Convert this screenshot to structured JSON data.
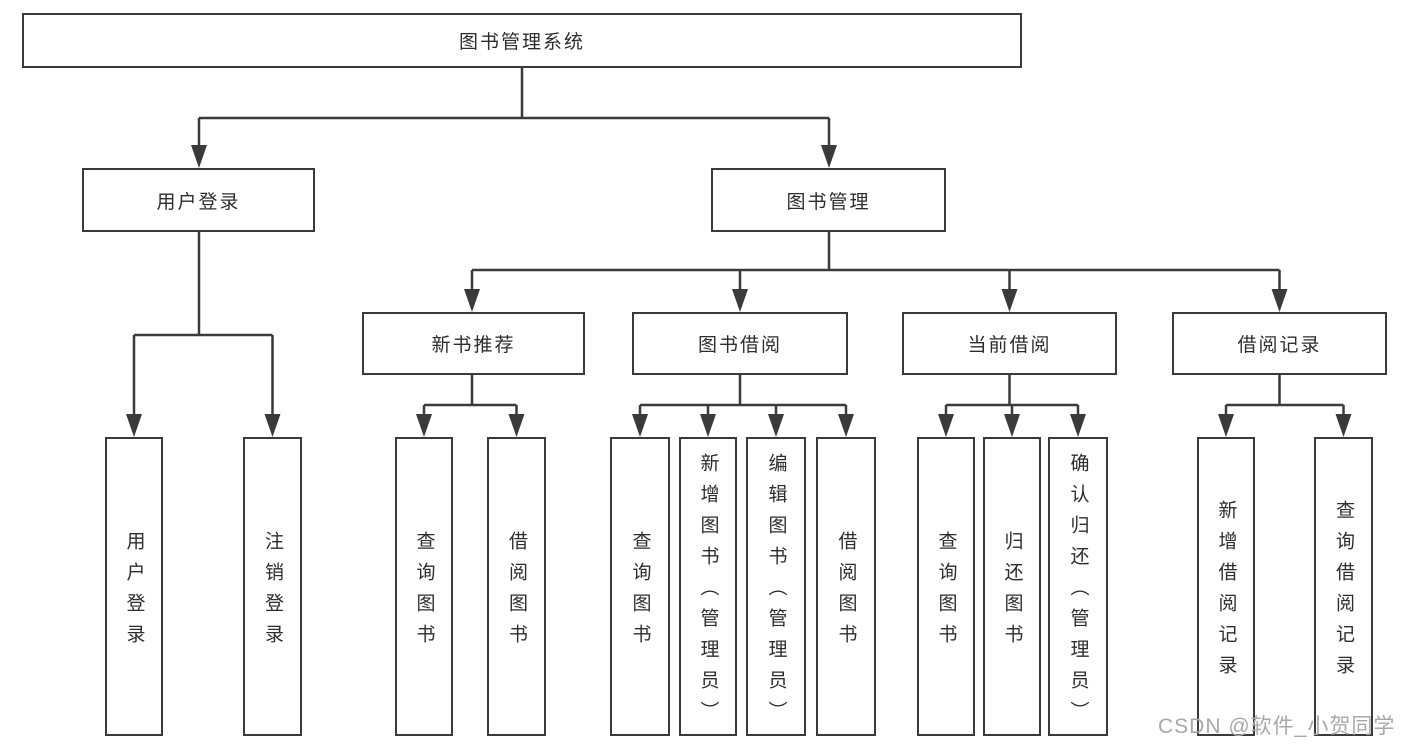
{
  "diagram_title": "图书管理系统",
  "nodes": {
    "root": {
      "label": "图书管理系统"
    },
    "user_login": {
      "label": "用户登录"
    },
    "book_management": {
      "label": "图书管理"
    },
    "new_book_recommend": {
      "label": "新书推荐"
    },
    "book_borrow": {
      "label": "图书借阅"
    },
    "current_borrow": {
      "label": "当前借阅"
    },
    "borrow_records": {
      "label": "借阅记录"
    },
    "leaf_user_login": {
      "label": "用户登录"
    },
    "leaf_logout": {
      "label": "注销登录"
    },
    "leaf_query_book_1": {
      "label": "查询图书"
    },
    "leaf_borrow_book_1": {
      "label": "借阅图书"
    },
    "leaf_query_book_2": {
      "label": "查询图书"
    },
    "leaf_add_book": {
      "label": "新增图书（管理员）"
    },
    "leaf_edit_book": {
      "label": "编辑图书（管理员）"
    },
    "leaf_borrow_book_2": {
      "label": "借阅图书"
    },
    "leaf_query_book_3": {
      "label": "查询图书"
    },
    "leaf_return_book": {
      "label": "归还图书"
    },
    "leaf_confirm_return": {
      "label": "确认归还（管理员）"
    },
    "leaf_add_borrow_record": {
      "label": "新增借阅记录"
    },
    "leaf_query_borrow_record": {
      "label": "查询借阅记录"
    }
  },
  "hierarchy": {
    "图书管理系统": {
      "用户登录": [
        "用户登录",
        "注销登录"
      ],
      "图书管理": {
        "新书推荐": [
          "查询图书",
          "借阅图书"
        ],
        "图书借阅": [
          "查询图书",
          "新增图书（管理员）",
          "编辑图书（管理员）",
          "借阅图书"
        ],
        "当前借阅": [
          "查询图书",
          "归还图书",
          "确认归还（管理员）"
        ],
        "借阅记录": [
          "新增借阅记录",
          "查询借阅记录"
        ]
      }
    }
  },
  "watermark": {
    "text": "CSDN @软件_小贺同学"
  },
  "colors": {
    "line": "#3a3a3a",
    "box_border": "#3a3a3a",
    "text": "#2d2d2d",
    "watermark": "#a8a8a8",
    "background": "#ffffff"
  }
}
